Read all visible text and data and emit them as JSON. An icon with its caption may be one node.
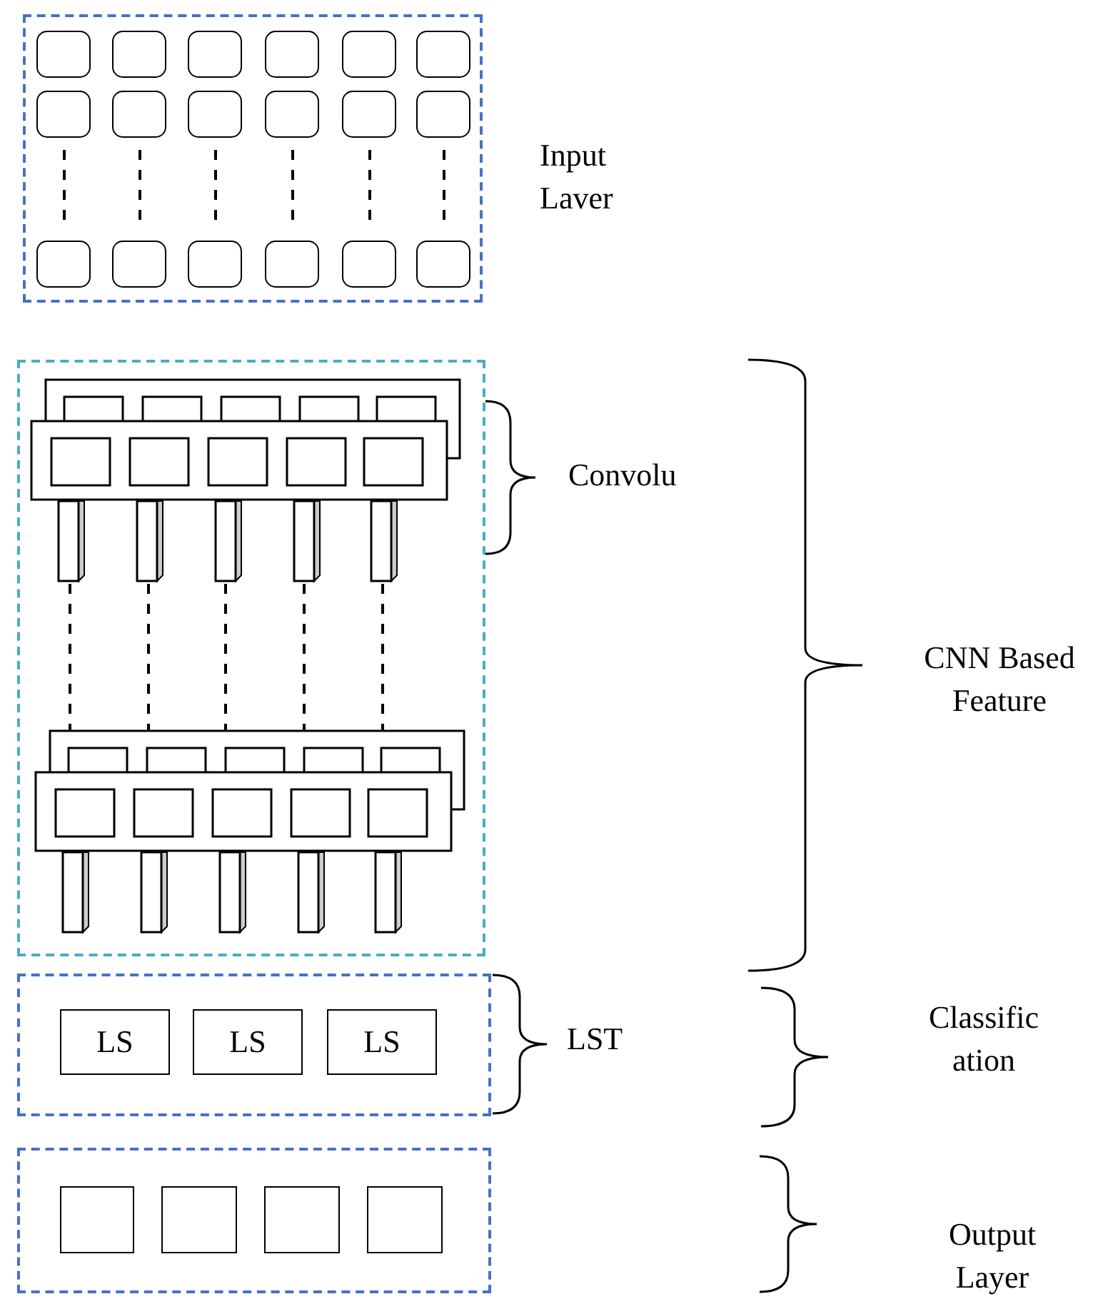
{
  "diagram": {
    "nodes": [
      {
        "text": [],
        "shape": "box"
      },
      {
        "text": [],
        "shape": "box"
      },
      {
        "text": [],
        "shape": "box"
      },
      {
        "text": [
          "LS"
        ],
        "in": 2
      },
      {
        "text": [
          "LS"
        ],
        "in": 2
      },
      {
        "text": [
          "LS"
        ],
        "in": 2
      },
      {
        "text": [],
        "shape": "box"
      },
      {
        "text": [],
        "shape": "box",
        "in": 6
      },
      {
        "text": [],
        "shape": "box",
        "in": 6
      },
      {
        "text": [],
        "shape": "box",
        "in": 6
      },
      {
        "text": [],
        "shape": "box",
        "in": 6
      }
    ],
    "edges": [],
    "labels": [
      "Input Laver",
      "Convolu",
      "CNN Based Feature",
      "LST",
      "Classific ation",
      "Output Layer"
    ]
  }
}
